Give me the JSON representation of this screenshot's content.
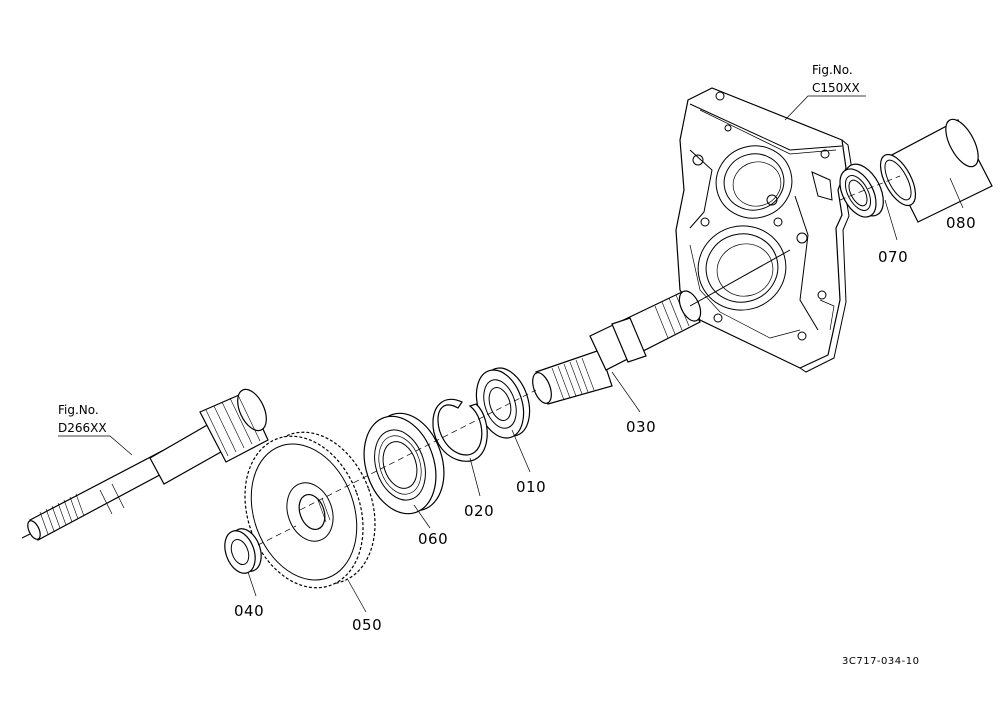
{
  "references": {
    "housing_fig_label": "Fig.No.",
    "housing_fig_code": "C150XX",
    "shaft_fig_label": "Fig.No.",
    "shaft_fig_code": "D266XX"
  },
  "parts": {
    "p010": "010",
    "p020": "020",
    "p030": "030",
    "p040": "040",
    "p050": "050",
    "p060": "060",
    "p070": "070",
    "p080": "080"
  },
  "drawing_code": "3C717-034-10"
}
